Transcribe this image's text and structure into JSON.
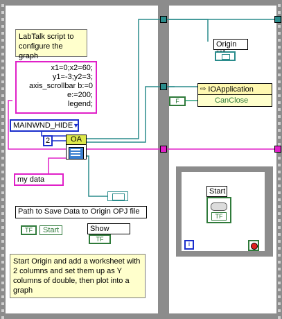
{
  "diagram": {
    "note_labtalk": "LabTalk script to configure the graph",
    "script_lines": [
      "x1=0;x2=60;",
      "y1=-3;y2=3;",
      "axis_scrollbar b:=0",
      "e:=200;",
      "legend;"
    ],
    "enum_value": "MAINWND_HIDE",
    "const_two": "2",
    "oa_label": "OA",
    "my_data": "my data",
    "path_label": "Path to Save Data to Origin OPJ file",
    "start_label": "Start",
    "start_control_tf": "TF",
    "show_origin_label": "Show Origin",
    "show_origin_tf": "TF",
    "description": "Start Origin and add a worksheet with 2 columns and set them up as Y columns of double, then plot into a graph",
    "origin_ref_label": "Origin ref",
    "ioapp_label": "IOApplication",
    "can_close_label": "CanClose",
    "false_const": "F",
    "loop_start_label": "Start",
    "loop_tf": "TF",
    "iteration_label": "i"
  },
  "colors": {
    "frame": "#8c8c8c",
    "pink_wire": "#e020c8",
    "blue_wire": "#1a2ecc",
    "teal_wire": "#2a8c8c",
    "green_bool": "#2f7a3a",
    "note_bg": "#ffffcc"
  }
}
